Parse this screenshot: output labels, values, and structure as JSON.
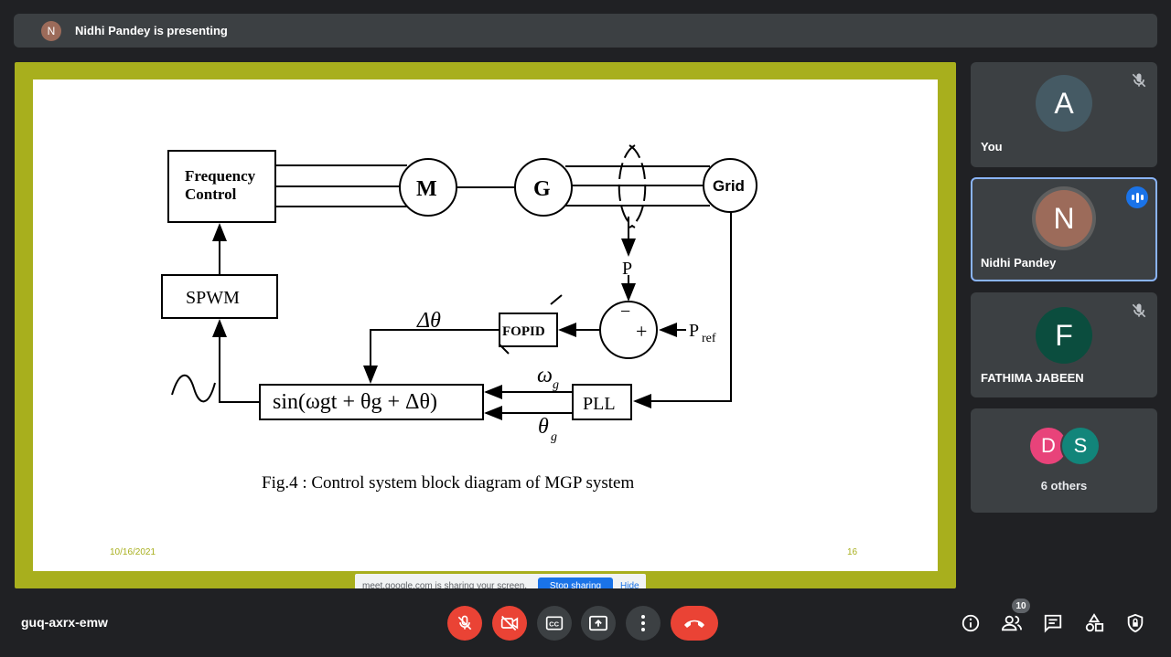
{
  "banner": {
    "avatar_letter": "N",
    "text": "Nidhi Pandey is presenting"
  },
  "slide": {
    "date": "10/16/2021",
    "page_number": "16",
    "diagram": {
      "frequency_control_line1": "Frequency",
      "frequency_control_line2": "Control",
      "motor": "M",
      "generator": "G",
      "grid": "Grid",
      "spwm": "SPWM",
      "fopid": "FOPID",
      "pll": "PLL",
      "p_label": "P",
      "pref_main": "P",
      "pref_sub": "ref",
      "minus": "−",
      "plus": "+",
      "delta_theta": "Δθ",
      "omega_main": "ω",
      "omega_sub": "g",
      "theta_main": "θ",
      "theta_sub": "g",
      "sin_expr": "sin(ωgt + θg + Δθ)",
      "sine_symbol": "∼",
      "caption": "Fig.4 : Control system block diagram of MGP system"
    }
  },
  "share_bar": {
    "text": "meet.google.com is sharing your screen.",
    "stop_label": "Stop sharing",
    "hide_label": "Hide"
  },
  "participants": [
    {
      "letter": "A",
      "name": "You",
      "color": "#455a64",
      "muted": true
    },
    {
      "letter": "N",
      "name": "Nidhi Pandey",
      "color": "#9c6b5a",
      "speaking": true
    },
    {
      "letter": "F",
      "name": "FATHIMA JABEEN",
      "color": "#0b4d3e",
      "muted": true
    }
  ],
  "others": {
    "letters": [
      "D",
      "S"
    ],
    "colors": [
      "#e8437a",
      "#12857a"
    ],
    "label": "6 others"
  },
  "meeting_code": "guq-axrx-emw",
  "people_count": "10",
  "colors": {
    "accent": "#1a73e8",
    "danger": "#ea4335",
    "slide_border": "#a8af1d"
  },
  "toolbar_icons": [
    "mic-off-icon",
    "camera-off-icon",
    "captions-icon",
    "present-icon",
    "more-icon",
    "end-call-icon"
  ],
  "right_icons": [
    "info-icon",
    "people-icon",
    "chat-icon",
    "activities-icon",
    "host-controls-icon"
  ]
}
